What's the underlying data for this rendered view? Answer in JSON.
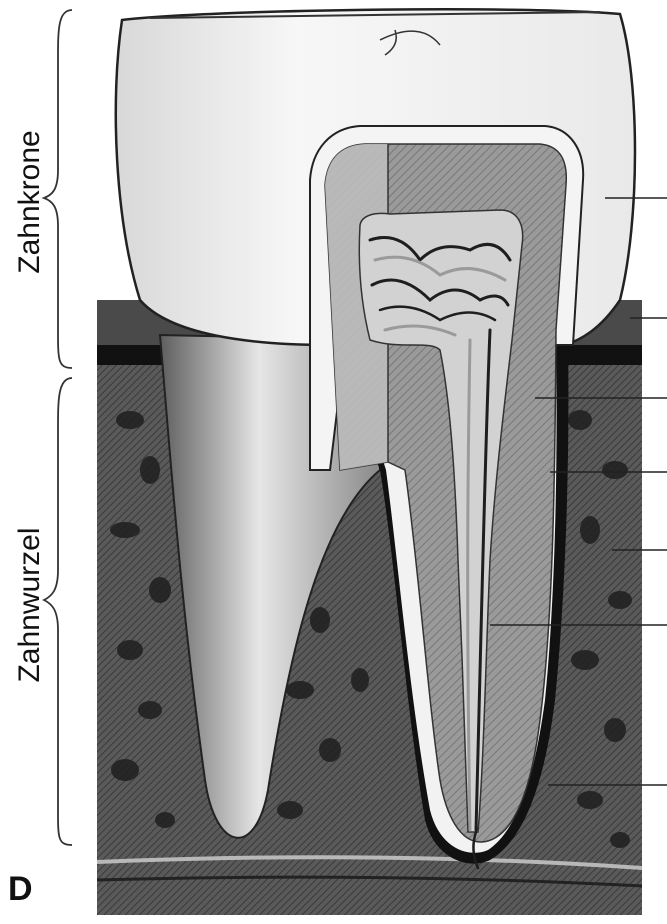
{
  "labels": {
    "crown": "Zahnkrone",
    "root": "Zahnwurzel"
  },
  "panel_letter": "D",
  "colors": {
    "bone": "#6e6e6e",
    "bone_dark": "#2a2a2a",
    "enamel": "#f1f1f1",
    "dentin": "#8f8f8f",
    "pulp": "#d2d2d2",
    "gum": "#4a4a4a",
    "nerve": "#1e1e1e",
    "vessel": "#b8b8b8"
  },
  "leader_line_count_note": "",
  "callouts": [
    "",
    "",
    "",
    "",
    "",
    "",
    "",
    ""
  ]
}
